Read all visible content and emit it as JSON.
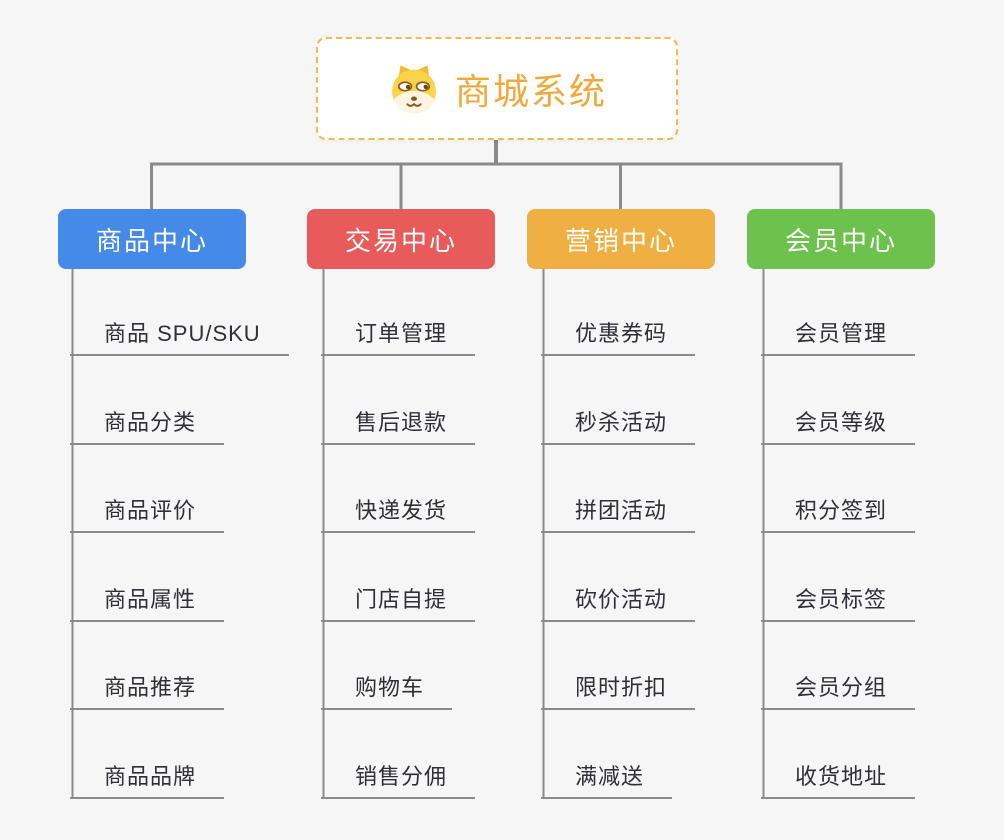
{
  "root": {
    "title": "商城系统",
    "icon": "dog-face-icon"
  },
  "style": {
    "background": "#f6f6f6",
    "connector_color": "#8a8a8a",
    "root_border_color": "#f3b94a",
    "root_text_color": "#f0a93c",
    "leaf_text_color": "#2f2f36"
  },
  "branches": [
    {
      "label": "商品中心",
      "color": "#4589e9",
      "items": [
        "商品 SPU/SKU",
        "商品分类",
        "商品评价",
        "商品属性",
        "商品推荐",
        "商品品牌"
      ]
    },
    {
      "label": "交易中心",
      "color": "#e85b5b",
      "items": [
        "订单管理",
        "售后退款",
        "快递发货",
        "门店自提",
        "购物车",
        "销售分佣"
      ]
    },
    {
      "label": "营销中心",
      "color": "#efaf42",
      "items": [
        "优惠券码",
        "秒杀活动",
        "拼团活动",
        "砍价活动",
        "限时折扣",
        "满减送"
      ]
    },
    {
      "label": "会员中心",
      "color": "#6dc14d",
      "items": [
        "会员管理",
        "会员等级",
        "积分签到",
        "会员标签",
        "会员分组",
        "收货地址"
      ]
    }
  ]
}
